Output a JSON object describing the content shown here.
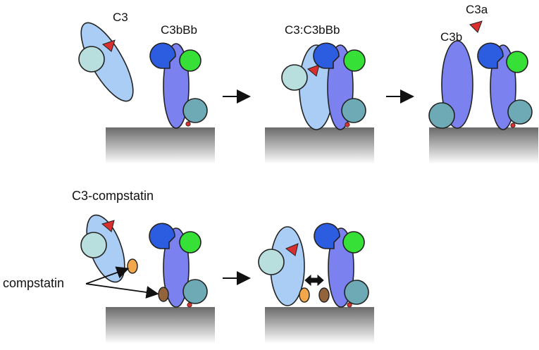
{
  "labels": {
    "c3": "C3",
    "c3bbb": "C3bBb",
    "c3_c3bbb": "C3:C3bBb",
    "c3a": "C3a",
    "c3b": "C3b",
    "c3_compstatin": "C3-compstatin",
    "compstatin": "compstatin"
  },
  "colors": {
    "c3_light": "#a9cdf5",
    "c3b_body": "#7b82f0",
    "bb_head_blue": "#2c5ce0",
    "bb_green": "#36e036",
    "teal_ball": "#6eaab5",
    "light_ball": "#b9dede",
    "c3a_triangle": "#d92f2f",
    "compstatin_orange": "#f2a74a",
    "compstatin_brown": "#93643c",
    "surface_dark": "#6a6a6a",
    "surface_light": "#ffffff"
  }
}
